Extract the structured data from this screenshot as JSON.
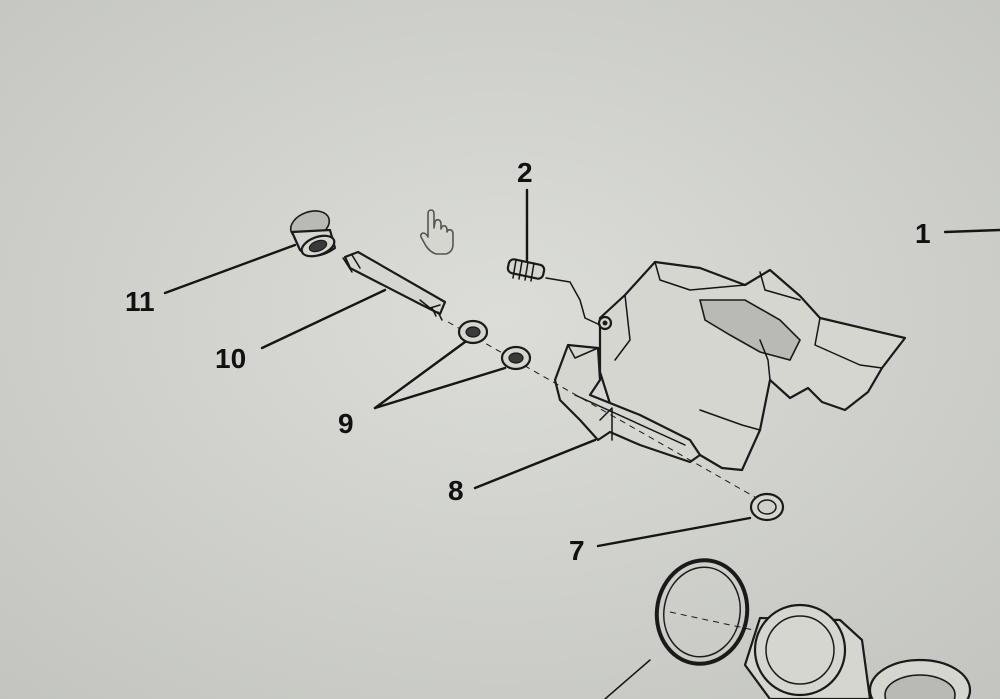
{
  "callouts": {
    "c1": "1",
    "c2": "2",
    "c7": "7",
    "c8": "8",
    "c9": "9",
    "c10": "10",
    "c11": "11"
  },
  "icons": {
    "cursor": "hand-pointer-icon"
  }
}
